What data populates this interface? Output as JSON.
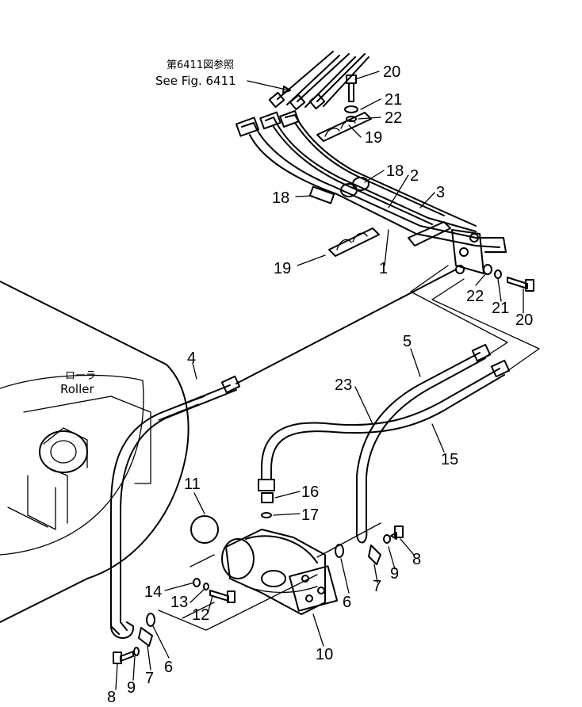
{
  "figure": {
    "reference_ja": "第6411図参照",
    "reference_en": "See Fig. 6411",
    "roller_ja": "ローラ",
    "roller_en": "Roller"
  },
  "callouts": [
    {
      "id": "p20a",
      "text": "20"
    },
    {
      "id": "p21a",
      "text": "21"
    },
    {
      "id": "p22a",
      "text": "22"
    },
    {
      "id": "p19a",
      "text": "19"
    },
    {
      "id": "p18a",
      "text": "18"
    },
    {
      "id": "p2",
      "text": "2"
    },
    {
      "id": "p3",
      "text": "3"
    },
    {
      "id": "p18b",
      "text": "18"
    },
    {
      "id": "p19b",
      "text": "19"
    },
    {
      "id": "p1",
      "text": "1"
    },
    {
      "id": "p22b",
      "text": "22"
    },
    {
      "id": "p21b",
      "text": "21"
    },
    {
      "id": "p20b",
      "text": "20"
    },
    {
      "id": "p4",
      "text": "4"
    },
    {
      "id": "p5",
      "text": "5"
    },
    {
      "id": "p23",
      "text": "23"
    },
    {
      "id": "p15",
      "text": "15"
    },
    {
      "id": "p11",
      "text": "11"
    },
    {
      "id": "p16",
      "text": "16"
    },
    {
      "id": "p17",
      "text": "17"
    },
    {
      "id": "p8a",
      "text": "8"
    },
    {
      "id": "p9a",
      "text": "9"
    },
    {
      "id": "p7a",
      "text": "7"
    },
    {
      "id": "p6a",
      "text": "6"
    },
    {
      "id": "p14",
      "text": "14"
    },
    {
      "id": "p13",
      "text": "13"
    },
    {
      "id": "p12",
      "text": "12"
    },
    {
      "id": "p10",
      "text": "10"
    },
    {
      "id": "p6b",
      "text": "6"
    },
    {
      "id": "p8b",
      "text": "8"
    },
    {
      "id": "p9b",
      "text": "9"
    },
    {
      "id": "p7b",
      "text": "7"
    }
  ]
}
